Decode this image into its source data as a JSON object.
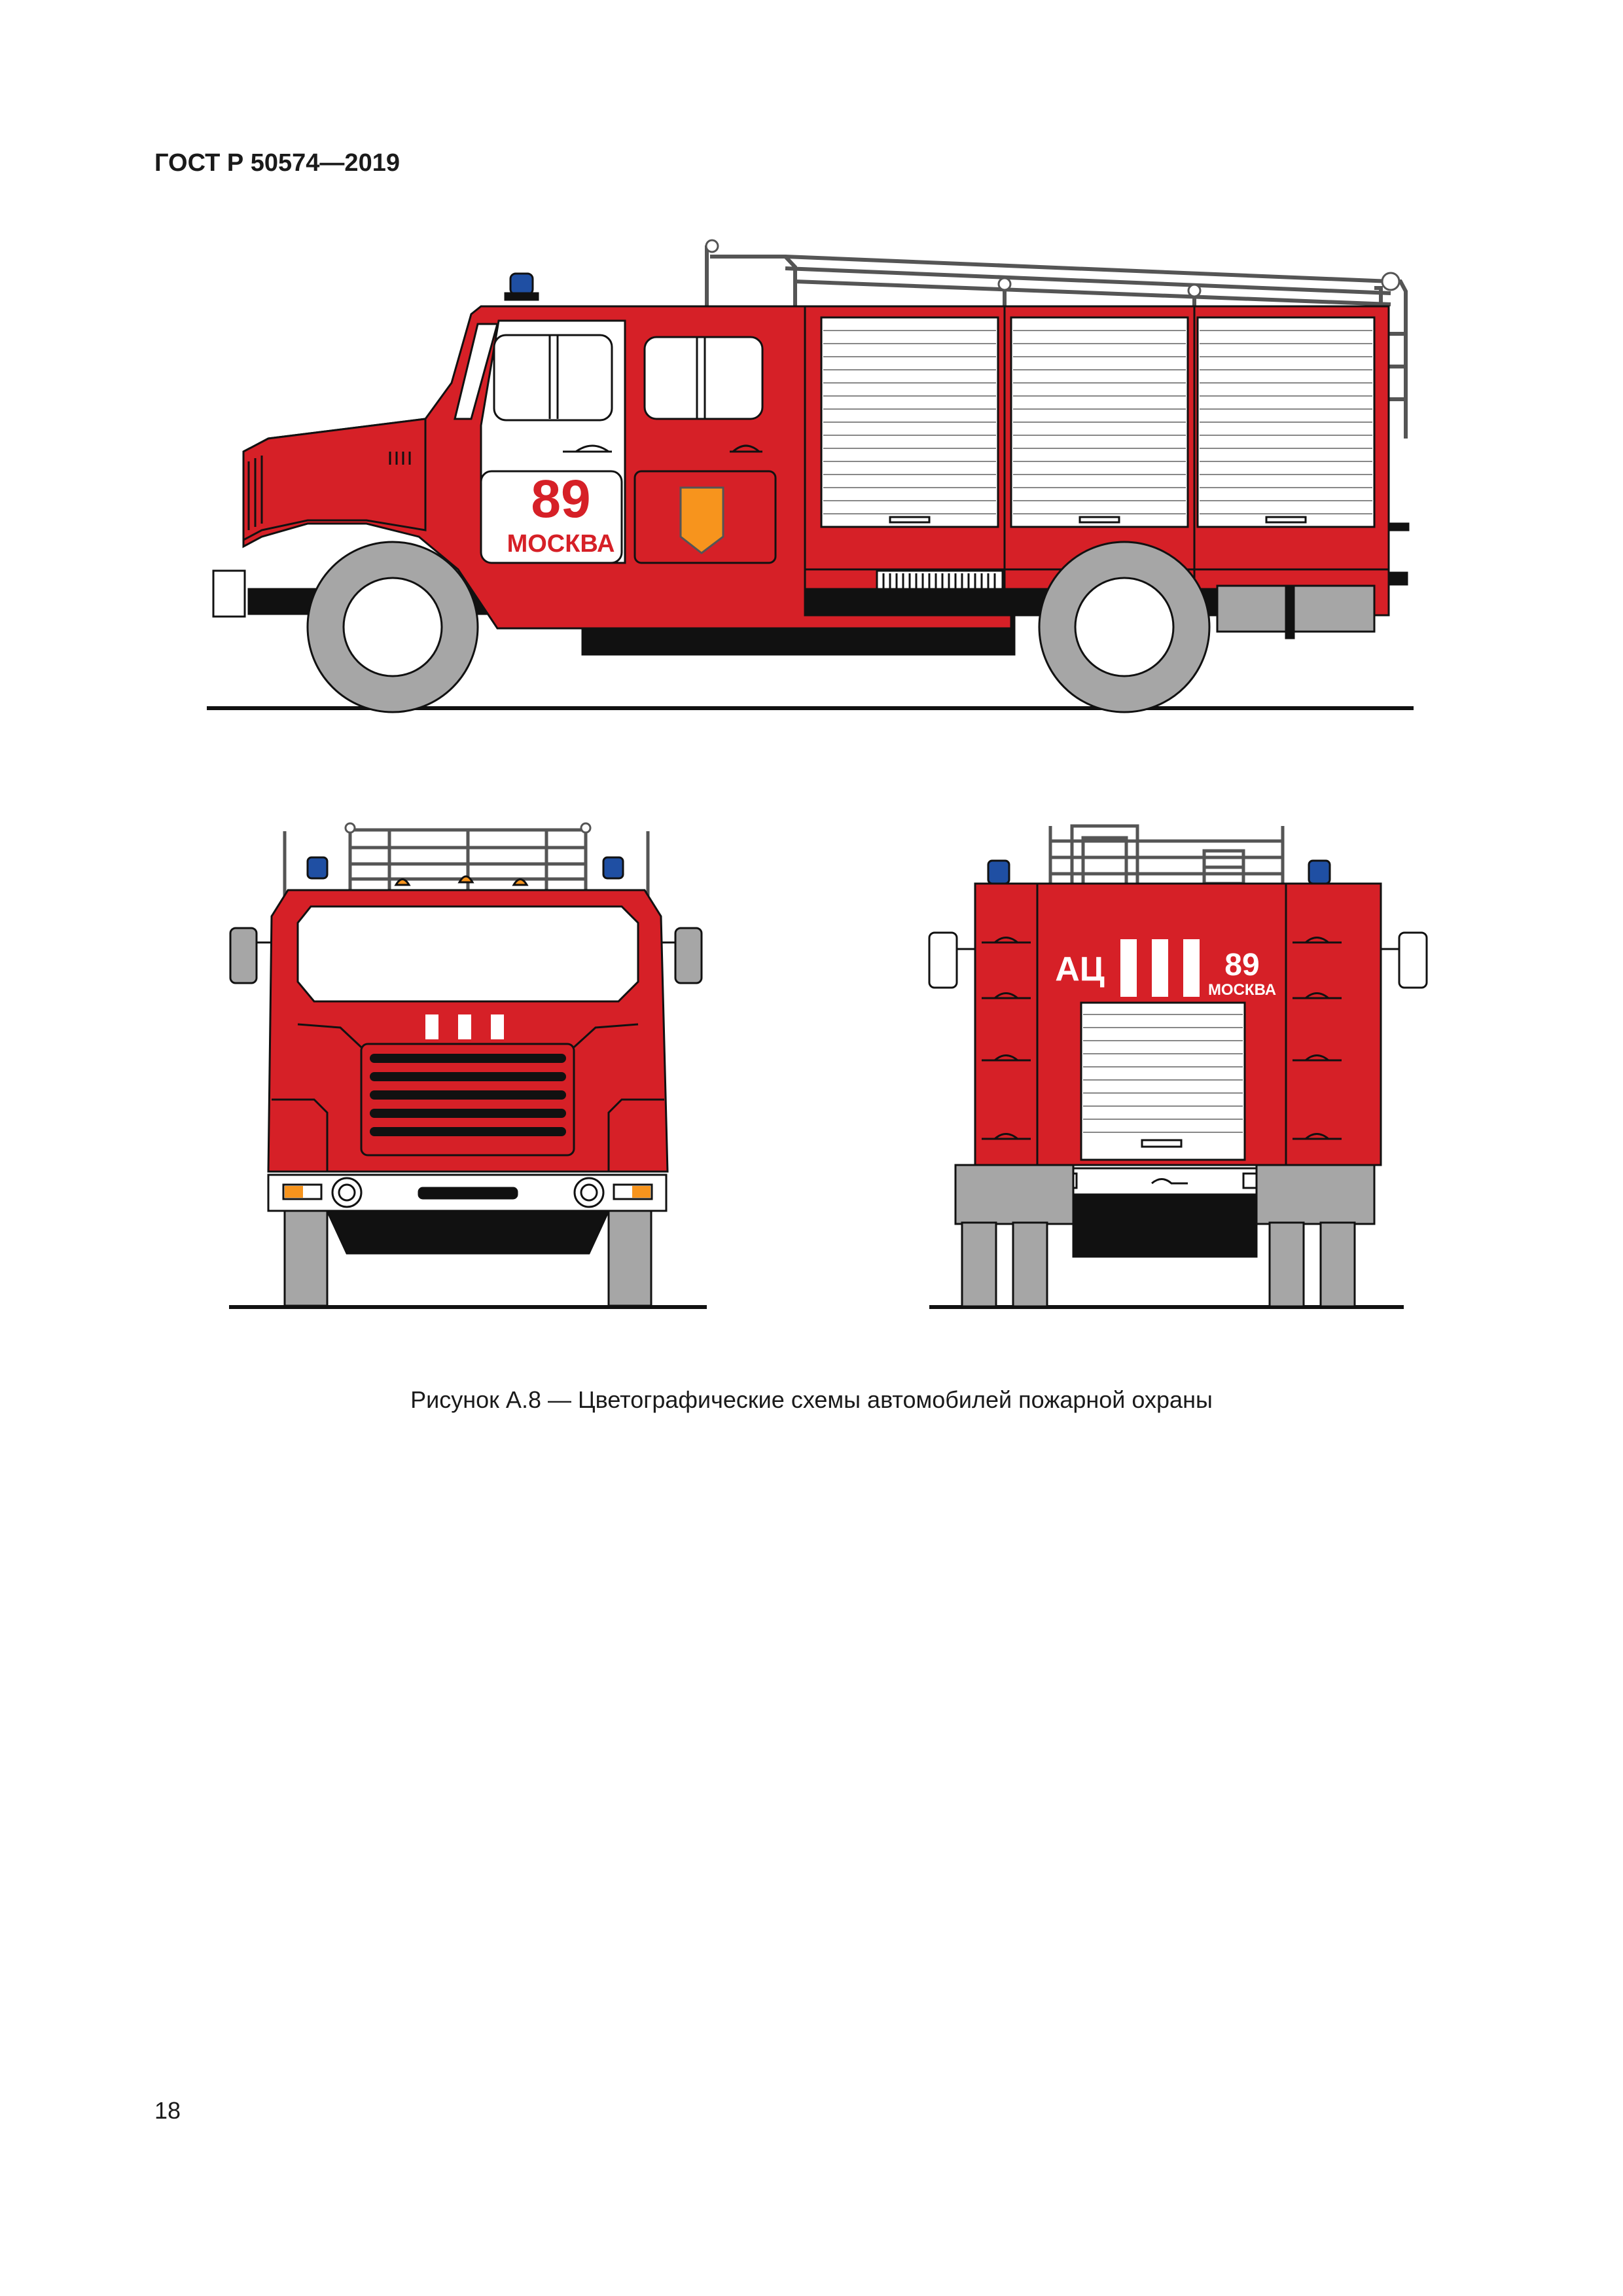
{
  "header": {
    "doc_code": "ГОСТ Р 50574—2019"
  },
  "figure": {
    "side_view": {
      "number": "89",
      "city": "МОСКВА"
    },
    "rear_view": {
      "abbr": "АЦ",
      "number": "89",
      "city": "МОСКВА"
    },
    "colors": {
      "body_red": "#d62027",
      "white": "#ffffff",
      "gray": "#a6a6a6",
      "black": "#111111",
      "beacon_blue": "#1f4fa3",
      "amber": "#f7941d"
    },
    "caption": "Рисунок А.8 — Цветографические схемы автомобилей пожарной охраны"
  },
  "footer": {
    "page_number": "18"
  }
}
